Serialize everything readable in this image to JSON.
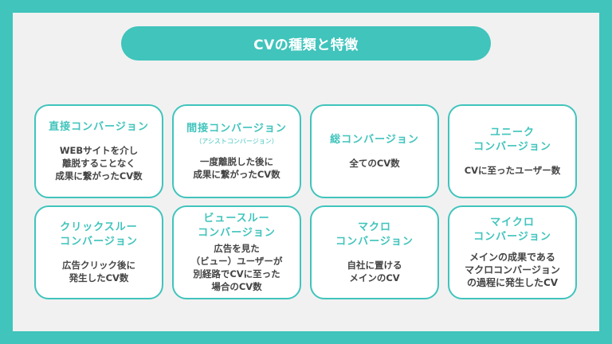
{
  "title": "CVの種類と特徴",
  "colors": {
    "accent": "#40c4bc",
    "panel": "#f1f1f1",
    "card": "#ffffff",
    "text": "#444444"
  },
  "cards": [
    {
      "title": "直接コンバージョン",
      "subtitle": "",
      "description": "WEBサイトを介し\n離脱することなく\n成果に繋がったCV数"
    },
    {
      "title": "間接コンバージョン",
      "subtitle": "（アシストコンバージョン）",
      "description": "一度離脱した後に\n成果に繋がったCV数"
    },
    {
      "title": "総コンバージョン",
      "subtitle": "",
      "description": "全てのCV数"
    },
    {
      "title": "ユニーク\nコンバージョン",
      "subtitle": "",
      "description": "CVに至ったユーザー数"
    },
    {
      "title": "クリックスルー\nコンバージョン",
      "subtitle": "",
      "description": "広告クリック後に\n発生したCV数"
    },
    {
      "title": "ビュースルー\nコンバージョン",
      "subtitle": "",
      "description": "広告を見た\n（ビュー）ユーザーが\n別経路でCVに至った\n場合のCV数"
    },
    {
      "title": "マクロ\nコンバージョン",
      "subtitle": "",
      "description": "自社に置ける\nメインのCV"
    },
    {
      "title": "マイクロ\nコンバージョン",
      "subtitle": "",
      "description": "メインの成果である\nマクロコンバージョン\nの過程に発生したCV"
    }
  ]
}
